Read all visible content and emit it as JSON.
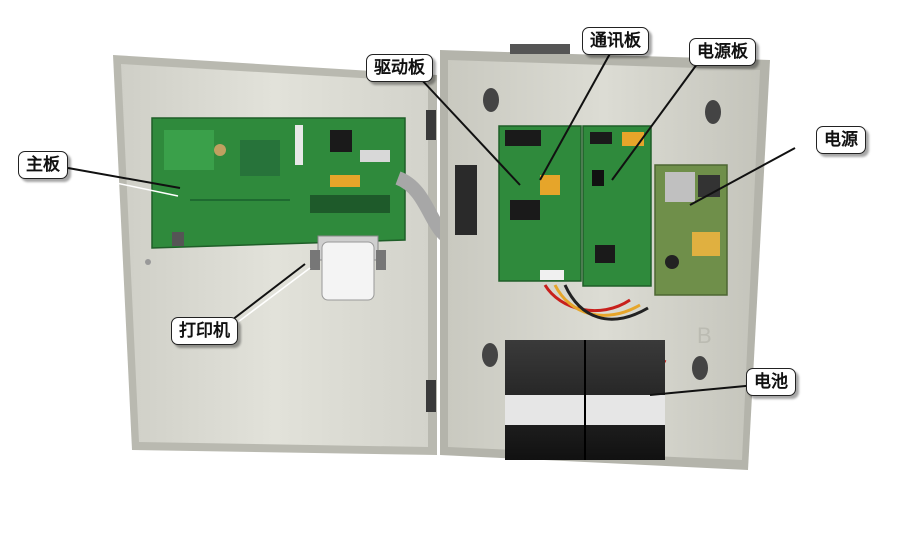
{
  "labels": {
    "main_board": "主板",
    "printer": "打印机",
    "drive_board": "驱动板",
    "comm_board": "通讯板",
    "power_board": "电源板",
    "power_supply": "电源",
    "battery": "电池"
  },
  "colors": {
    "panel": "#dcdcd4",
    "cabinet_inner": "#cfcfc6",
    "pcb_green": "#2f8a3c",
    "battery_black": "#1c1c1c",
    "cable_red": "#c8201c"
  }
}
